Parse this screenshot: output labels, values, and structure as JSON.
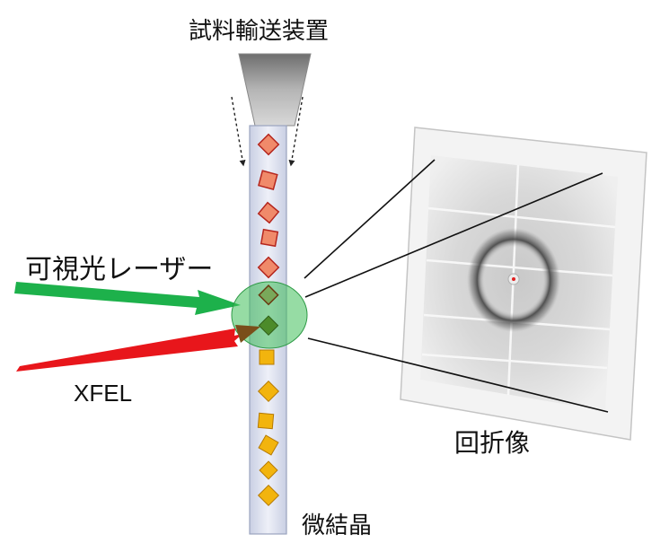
{
  "labels": {
    "sample_delivery": "試料輸送装置",
    "visible_laser": "可視光レーザー",
    "xfel": "XFEL",
    "diffraction_image": "回折像",
    "microcrystals": "微結晶"
  },
  "colors": {
    "visible_laser_arrow": "#1db14b",
    "xfel_arrow": "#e8161b",
    "interaction_region": "#3fbf5a",
    "crystal_upstream": "#e8533a",
    "crystal_downstream": "#f2b40e",
    "crystal_illuminated": "#4c8b2a",
    "detector_frame": "#f3f3f3",
    "stream_tube": "#dfe4f2",
    "injector_nozzle": "#9a9a9a"
  },
  "icons": {
    "nozzle": "trapezoid-nozzle-icon",
    "crystal": "diamond-crystal-icon",
    "detector": "diffraction-detector-icon"
  }
}
